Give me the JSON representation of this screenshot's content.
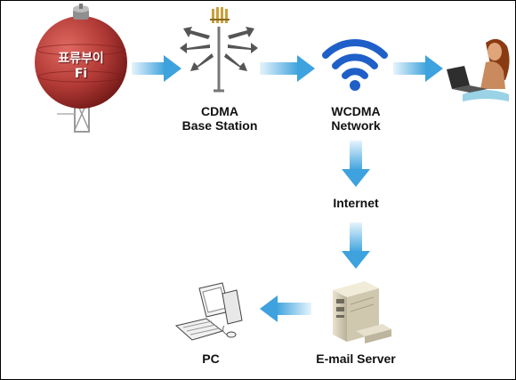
{
  "buoy": {
    "label_line1": "표류부이",
    "label_line2": "Fi",
    "body_color": "#b23a36",
    "cap_color": "#8f8f8f"
  },
  "nodes": {
    "cdma": {
      "line1": "CDMA",
      "line2": "Base Station"
    },
    "wcdma": {
      "line1": "WCDMA",
      "line2": "Network"
    },
    "internet": {
      "label": "Internet"
    },
    "email": {
      "label": "E-mail Server"
    },
    "pc": {
      "label": "PC"
    }
  },
  "colors": {
    "arrow": "#4aa9e0",
    "wifi": "#1f5fc8"
  },
  "icons": [
    "buoy-icon",
    "cell-tower-icon",
    "wifi-icon",
    "laptop-user-icon",
    "email-server-icon",
    "pc-icon"
  ]
}
